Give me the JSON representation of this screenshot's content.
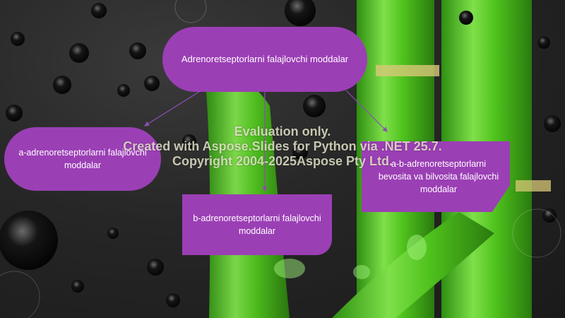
{
  "diagram": {
    "root": {
      "label": "Adrenoretseptorlarni falajlovchi moddalar"
    },
    "children": [
      {
        "id": "a",
        "label": "a-adrenoretseptorlarni falajlovchi moddalar"
      },
      {
        "id": "b",
        "label": "b-adrenoretseptorlarni falajlovchi moddalar"
      },
      {
        "id": "ab",
        "label": "a-b-adrenoretseptorlarni bevosita va bilvosita falajlovchi moddalar"
      }
    ],
    "node_color": "#9b3fb5",
    "connector_color": "#8a4fb0"
  },
  "watermark": {
    "line1": "Evaluation only.",
    "line2": "Created with Aspose.Slides for Python via .NET 25.7.",
    "line3": "Copyright 2004-2025Aspose Pty Ltd."
  }
}
